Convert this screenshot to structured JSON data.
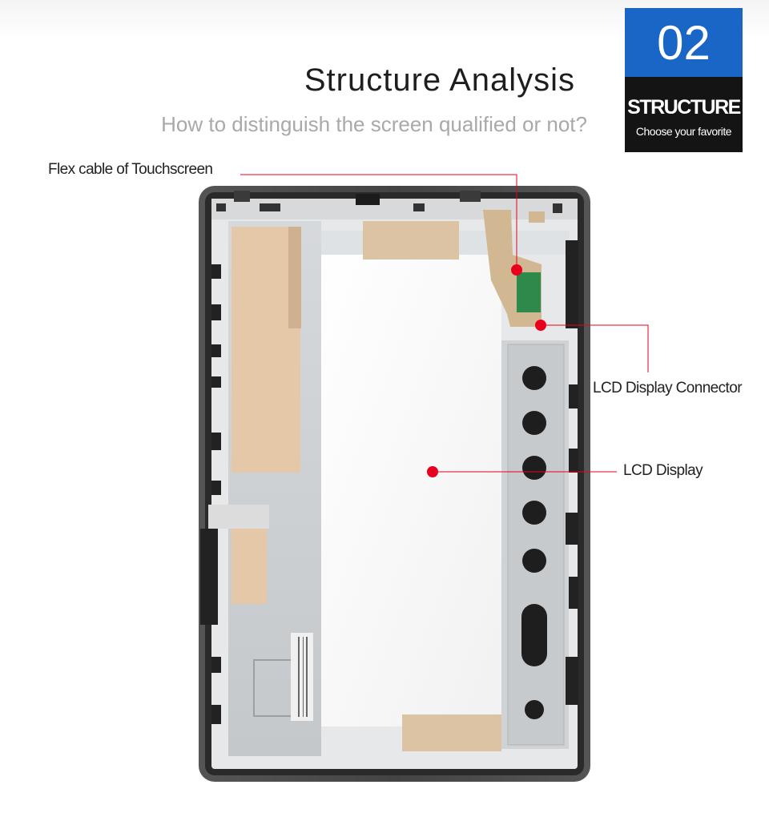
{
  "header": {
    "title": "Structure Analysis",
    "subtitle": "How to distinguish the screen qualified or not?"
  },
  "badge": {
    "number": "02",
    "word": "STRUCTURE",
    "tagline": "Choose your favorite",
    "colors": {
      "number_bg": "#1a66c7",
      "text_bg": "#141414"
    }
  },
  "callouts": {
    "flex_cable": "Flex cable of Touchscreen",
    "connector": "LCD Display Connector",
    "lcd": "LCD Display",
    "marker_color": "#e8001c"
  }
}
